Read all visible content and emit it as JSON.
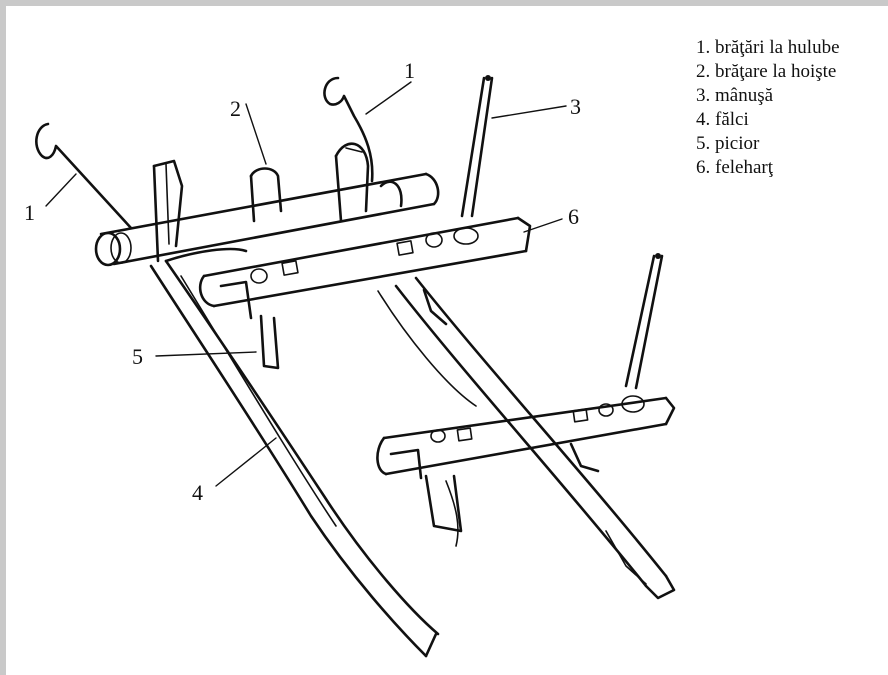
{
  "legend": [
    "1. brăţări la hulube",
    "2. brăţare la hoişte",
    "3. mânuşă",
    "4. fălci",
    "5. picior",
    "6. feleharţ"
  ],
  "callouts": {
    "c1_left": "1",
    "c1_top": "1",
    "c2": "2",
    "c3": "3",
    "c4": "4",
    "c5": "5",
    "c6": "6"
  }
}
